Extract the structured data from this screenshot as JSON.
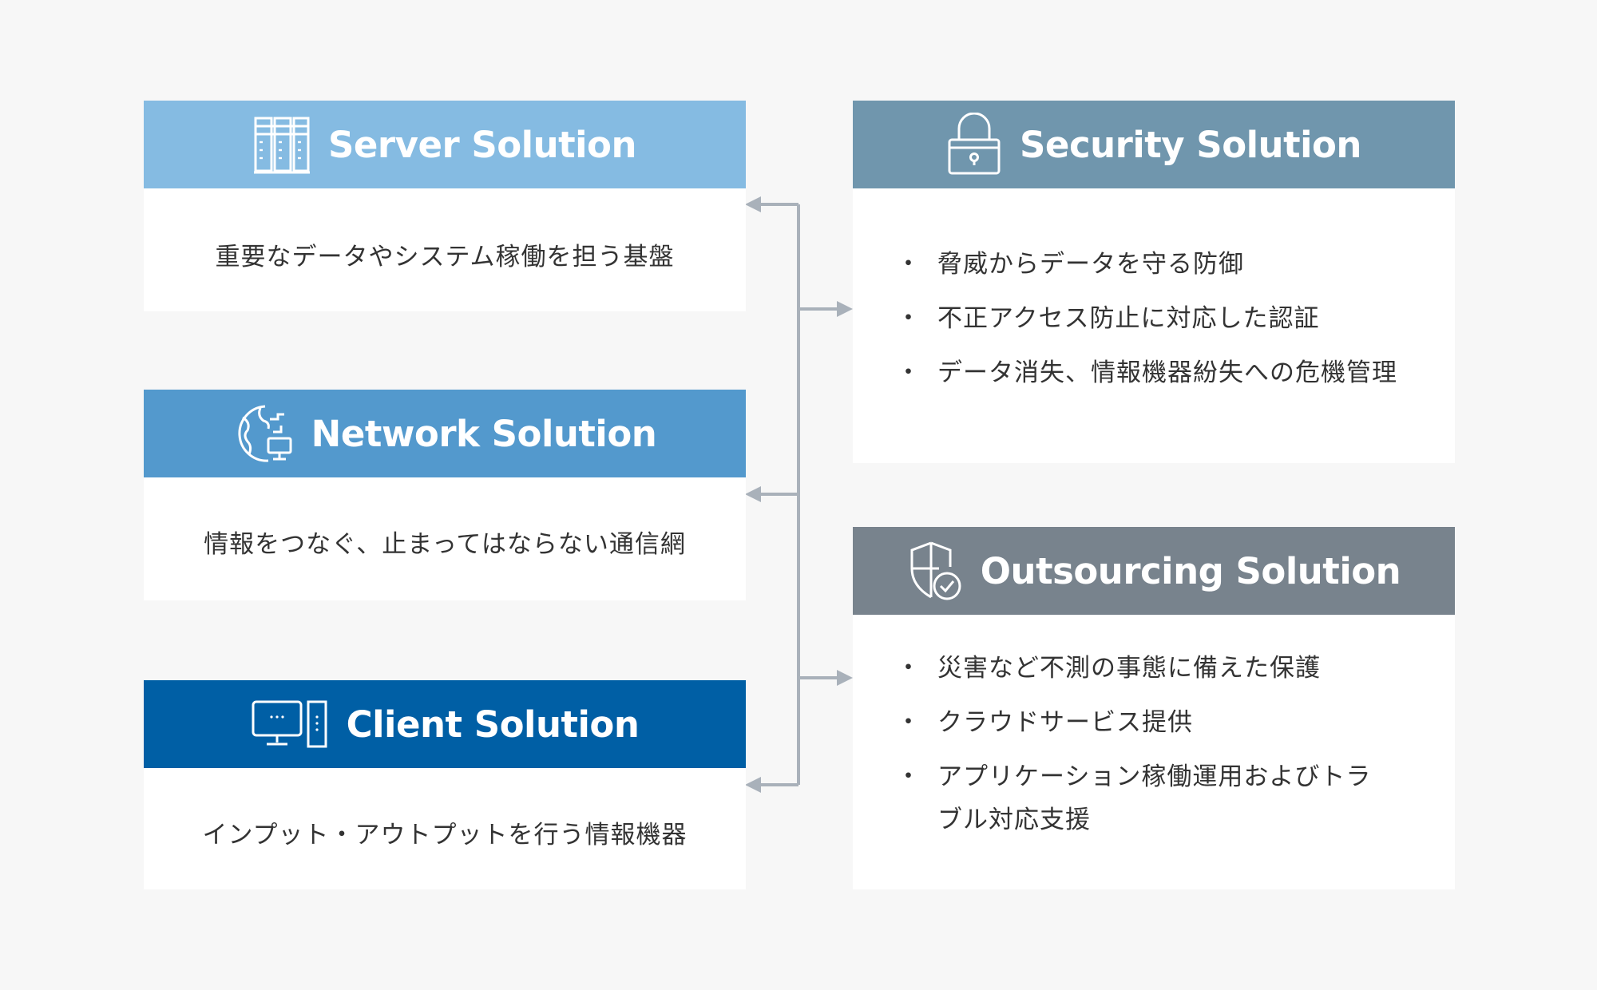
{
  "colors": {
    "server": "#85bbe2",
    "network": "#5399cd",
    "client": "#005fa5",
    "security": "#7096ad",
    "outsourcing": "#78838d",
    "connector": "#a9b1ba"
  },
  "cards": {
    "server": {
      "title": "Server Solution",
      "icon": "server-rack-icon",
      "description": "重要なデータやシステム稼働を担う基盤"
    },
    "network": {
      "title": "Network Solution",
      "icon": "globe-network-icon",
      "description": "情報をつなぐ、止まってはならない通信網"
    },
    "client": {
      "title": "Client Solution",
      "icon": "desktop-pc-icon",
      "description": "インプット・アウトプットを行う情報機器"
    },
    "security": {
      "title": "Security Solution",
      "icon": "padlock-icon",
      "bullet_mark": "・",
      "items": [
        "脅威からデータを守る防御",
        "不正アクセス防止に対応した認証",
        "データ消失、情報機器紛失への危機管理"
      ]
    },
    "outsourcing": {
      "title": "Outsourcing Solution",
      "icon": "shield-check-icon",
      "bullet_mark": "・",
      "items": [
        "災害など不測の事態に備えた保護",
        "クラウドサービス提供",
        "アプリケーション稼働運用およびトラブル対応支援"
      ]
    }
  }
}
